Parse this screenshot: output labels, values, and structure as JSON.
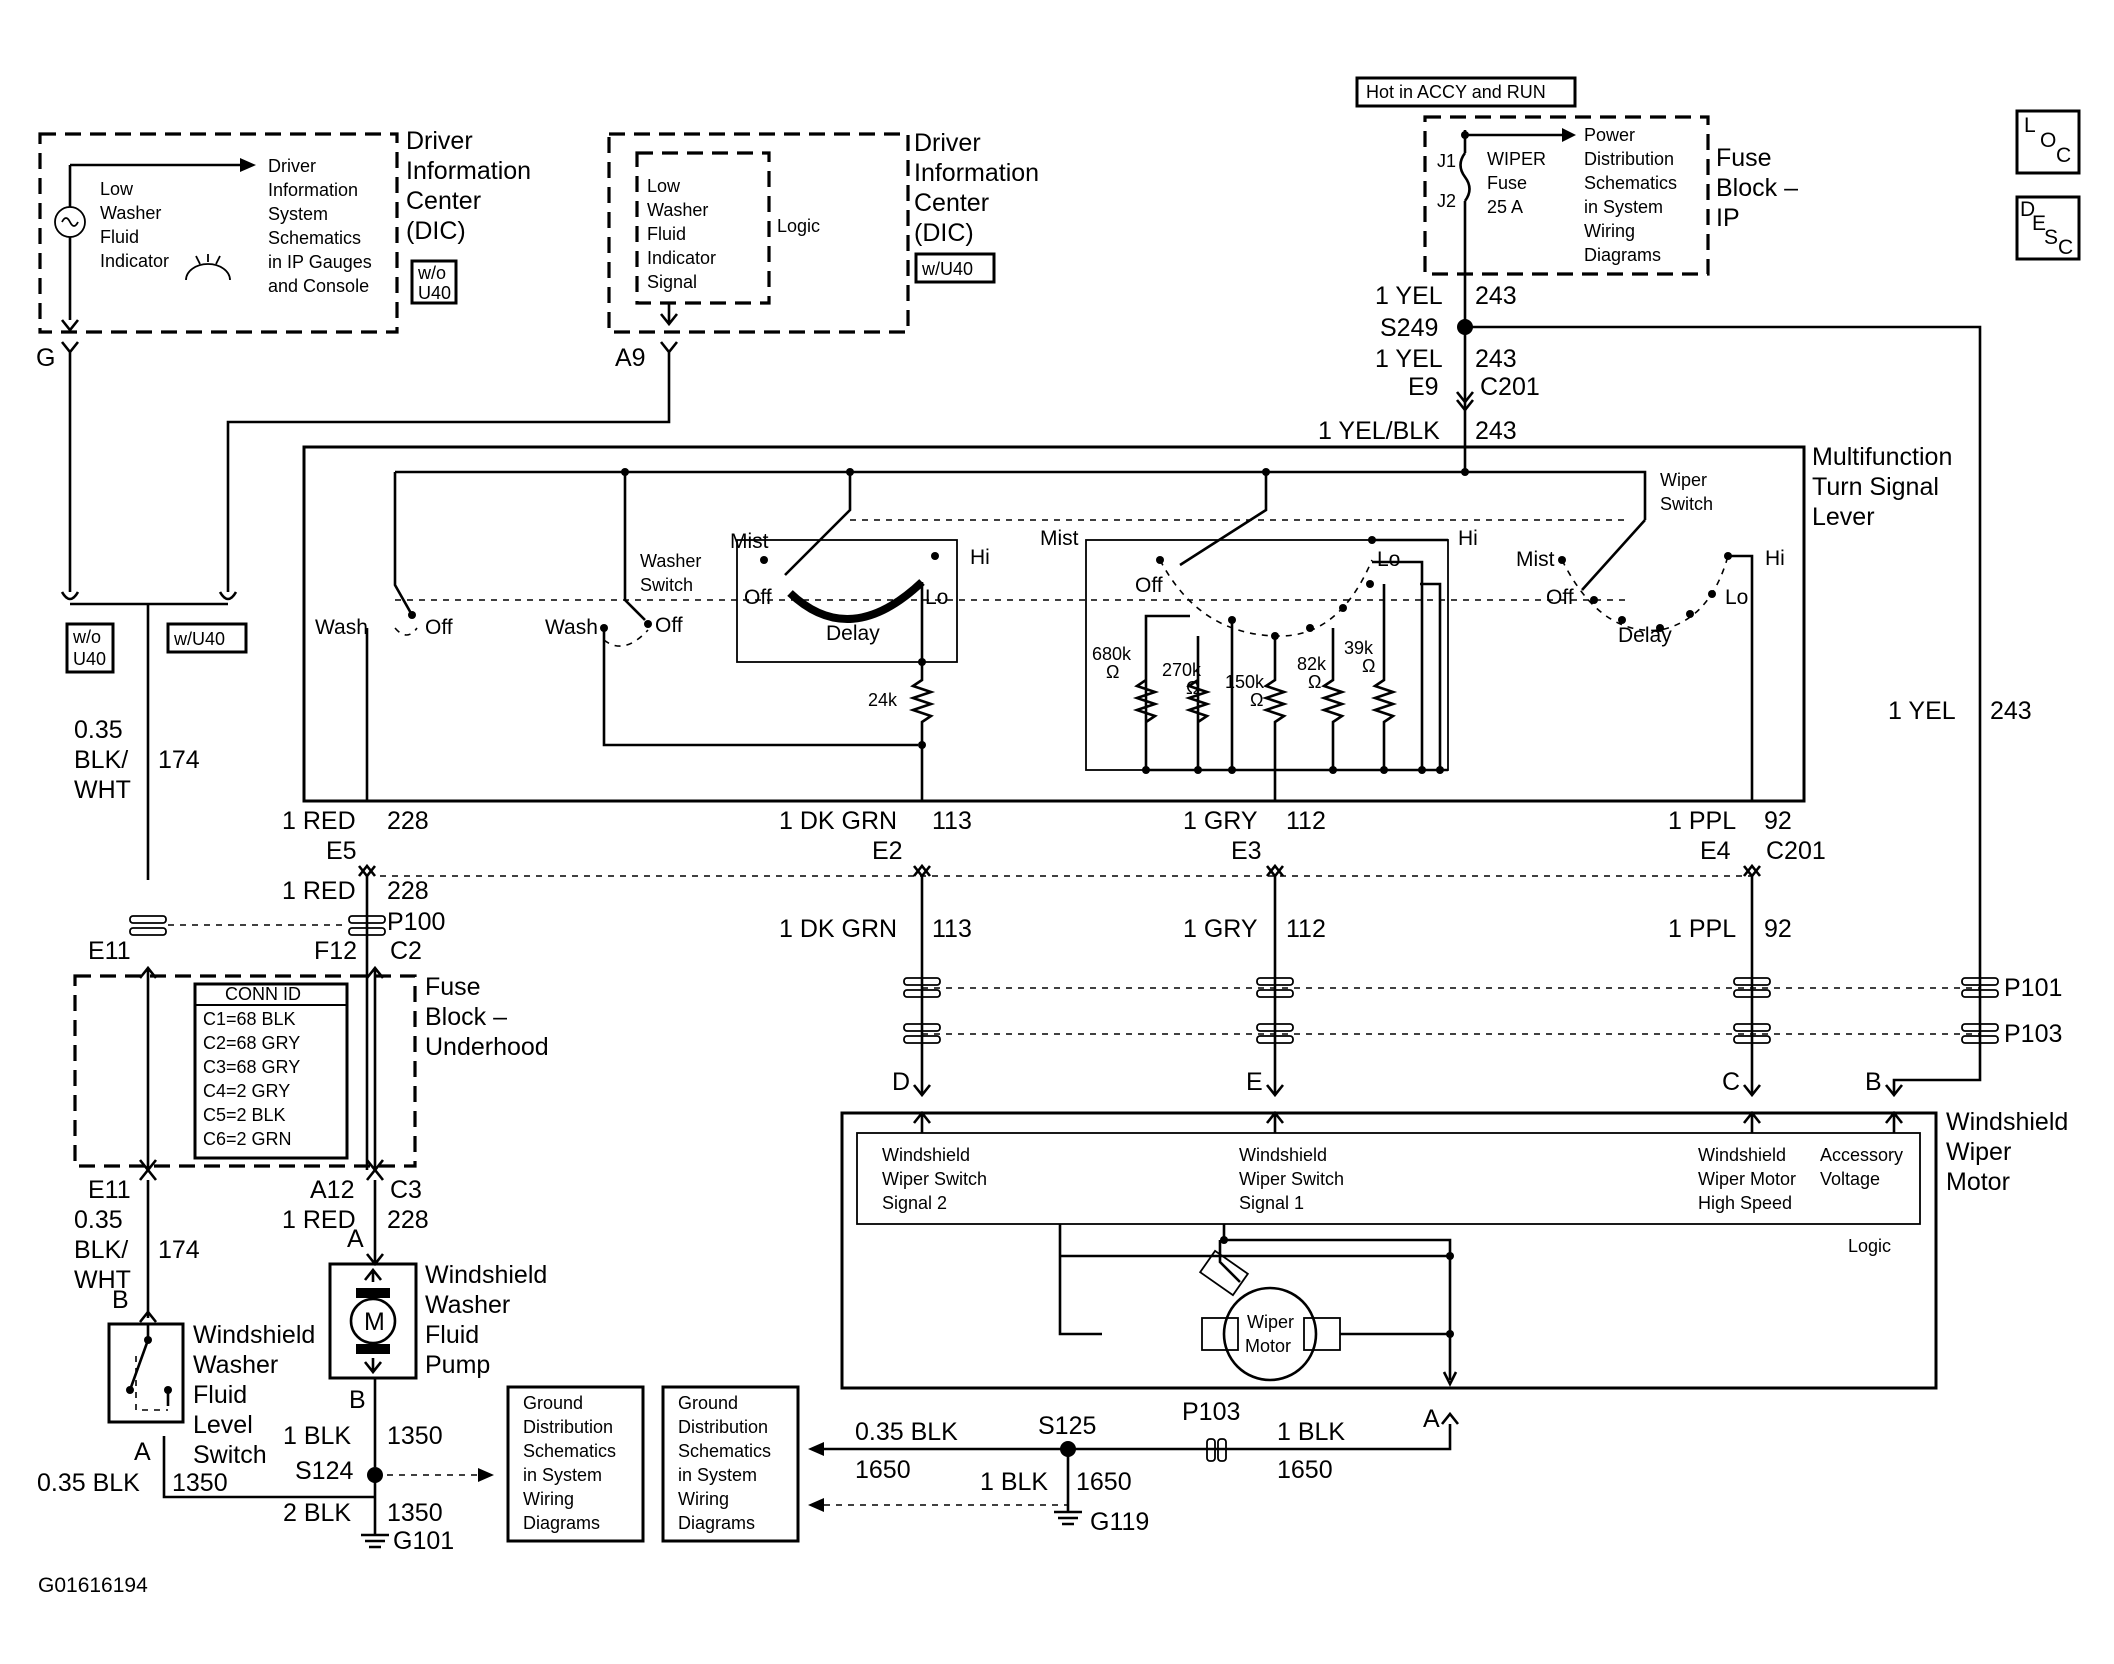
{
  "figure_id": "G01616194",
  "power": {
    "hot_label": "Hot in ACCY and RUN",
    "fuse_block": {
      "title_lines": [
        "Fuse",
        "Block –",
        "IP"
      ],
      "fuse_lines": [
        "WIPER",
        "Fuse",
        "25 A"
      ],
      "j1": "J1",
      "j2": "J2",
      "power_ref_lines": [
        "Power",
        "Distribution",
        "Schematics",
        "in System",
        "Wiring",
        "Diagrams"
      ]
    }
  },
  "dic_left": {
    "title_lines": [
      "Driver",
      "Information",
      "Center",
      "(DIC)"
    ],
    "indicator_lines": [
      "Low",
      "Washer",
      "Fluid",
      "Indicator"
    ],
    "ref_lines": [
      "Driver",
      "Information",
      "System",
      "Schematics",
      "in IP Gauges",
      "and Console"
    ],
    "option_lines": [
      "w/o",
      "U40"
    ],
    "pin": "G"
  },
  "dic_right": {
    "title_lines": [
      "Driver",
      "Information",
      "Center",
      "(DIC)"
    ],
    "signal_lines": [
      "Low",
      "Washer",
      "Fluid",
      "Indicator",
      "Signal"
    ],
    "logic": "Logic",
    "option": "w/U40",
    "pin": "A9"
  },
  "lever": {
    "title_lines": [
      "Multifunction",
      "Turn Signal",
      "Lever"
    ],
    "wiper_switch_lines": [
      "Wiper",
      "Switch"
    ],
    "washer_switch_lines": [
      "Washer",
      "Switch"
    ],
    "wash": "Wash",
    "off": "Off",
    "mist": "Mist",
    "hi": "Hi",
    "lo": "Lo",
    "delay": "Delay",
    "r24k": "24k",
    "resistors": [
      {
        "value": "680k",
        "unit": "Ω"
      },
      {
        "value": "270k",
        "unit": "Ω"
      },
      {
        "value": "150k",
        "unit": "Ω"
      },
      {
        "value": "82k",
        "unit": "Ω"
      },
      {
        "value": "39k",
        "unit": "Ω"
      }
    ]
  },
  "wires": {
    "yel_top": {
      "color": "1 YEL",
      "circuit": "243"
    },
    "splice_s249": "S249",
    "yel_mid": {
      "color": "1 YEL",
      "circuit": "243"
    },
    "e9": "E9",
    "c201_top": "C201",
    "yel_blk": {
      "color": "1 YEL/BLK",
      "circuit": "243"
    },
    "yel_right": {
      "color": "1 YEL",
      "circuit": "243"
    },
    "red_228": {
      "color": "1 RED",
      "circuit": "228"
    },
    "e5": "E5",
    "dkgrn_113": {
      "color": "1 DK GRN",
      "circuit": "113"
    },
    "e2": "E2",
    "gry_112": {
      "color": "1 GRY",
      "circuit": "112"
    },
    "e3": "E3",
    "ppl_92": {
      "color": "1 PPL",
      "circuit": "92"
    },
    "e4": "E4",
    "c201": "C201",
    "red_228_lower": {
      "color": "1 RED",
      "circuit": "228"
    },
    "p100": "P100",
    "e11": "E11",
    "f12": "F12",
    "c2": "C2",
    "dkgrn_113_lower": {
      "color": "1 DK GRN",
      "circuit": "113"
    },
    "gry_112_lower": {
      "color": "1 GRY",
      "circuit": "112"
    },
    "ppl_92_lower": {
      "color": "1 PPL",
      "circuit": "92"
    },
    "p101": "P101",
    "p103": "P103",
    "blkwht_174_upper": {
      "size": "0.35",
      "color_lines": [
        "BLK/",
        "WHT"
      ],
      "circuit": "174"
    },
    "blkwht_174_lower": {
      "size": "0.35",
      "color_lines": [
        "BLK/",
        "WHT"
      ],
      "circuit": "174"
    },
    "e11_lower": "E11",
    "a12": "A12",
    "c3": "C3",
    "red_228_bottom": {
      "color": "1 RED",
      "circuit": "228"
    },
    "opt_wo_lines": [
      "w/o",
      "U40"
    ],
    "opt_w": "w/U40"
  },
  "fuse_underhood": {
    "title_lines": [
      "Fuse",
      "Block –",
      "Underhood"
    ],
    "conn_id": {
      "title": "CONN ID",
      "rows": [
        "C1=68 BLK",
        "C2=68 GRY",
        "C3=68 GRY",
        "C4=2 GRY",
        "C5=2 BLK",
        "C6=2 GRN"
      ]
    }
  },
  "wiper_motor": {
    "title_lines": [
      "Windshield",
      "Wiper",
      "Motor"
    ],
    "pins": [
      "D",
      "E",
      "C",
      "B"
    ],
    "signals": [
      [
        "Windshield",
        "Wiper Switch",
        "Signal 2"
      ],
      [
        "Windshield",
        "Wiper Switch",
        "Signal 1"
      ],
      [
        "Windshield",
        "Wiper Motor",
        "High Speed"
      ],
      [
        "Accessory",
        "Voltage"
      ]
    ],
    "logic": "Logic",
    "motor_lines": [
      "Wiper",
      "Motor"
    ],
    "pin_a": "A"
  },
  "pump": {
    "title_lines": [
      "Windshield",
      "Washer",
      "Fluid",
      "Pump"
    ],
    "pin_a": "A",
    "pin_b": "B",
    "symbol": "M"
  },
  "level_switch": {
    "title_lines": [
      "Windshield",
      "Washer",
      "Fluid",
      "Level",
      "Switch"
    ],
    "pin_b": "B",
    "pin_a": "A"
  },
  "grounds": {
    "blk_1350_a": {
      "color": "1 BLK",
      "circuit": "1350"
    },
    "s124": "S124",
    "blk_1350_left": {
      "color": "0.35 BLK",
      "circuit": "1350"
    },
    "blk_1350_b": {
      "color": "2 BLK",
      "circuit": "1350"
    },
    "g101": "G101",
    "ref_left_lines": [
      "Ground",
      "Distribution",
      "Schematics",
      "in System",
      "Wiring",
      "Diagrams"
    ],
    "ref_right_lines": [
      "Ground",
      "Distribution",
      "Schematics",
      "in System",
      "Wiring",
      "Diagrams"
    ],
    "blk_1650_a": {
      "color": "0.35 BLK",
      "circuit": "1650"
    },
    "s125": "S125",
    "blk_1650_b": {
      "color": "1 BLK",
      "circuit": "1650"
    },
    "g119": "G119",
    "p103": "P103",
    "blk_1650_c": {
      "color": "1 BLK",
      "circuit": "1650"
    }
  },
  "corner_icons": [
    {
      "name": "loc",
      "chars": [
        "L",
        "O",
        "C"
      ]
    },
    {
      "name": "desc",
      "chars": [
        "D",
        "E",
        "S",
        "C"
      ]
    }
  ]
}
